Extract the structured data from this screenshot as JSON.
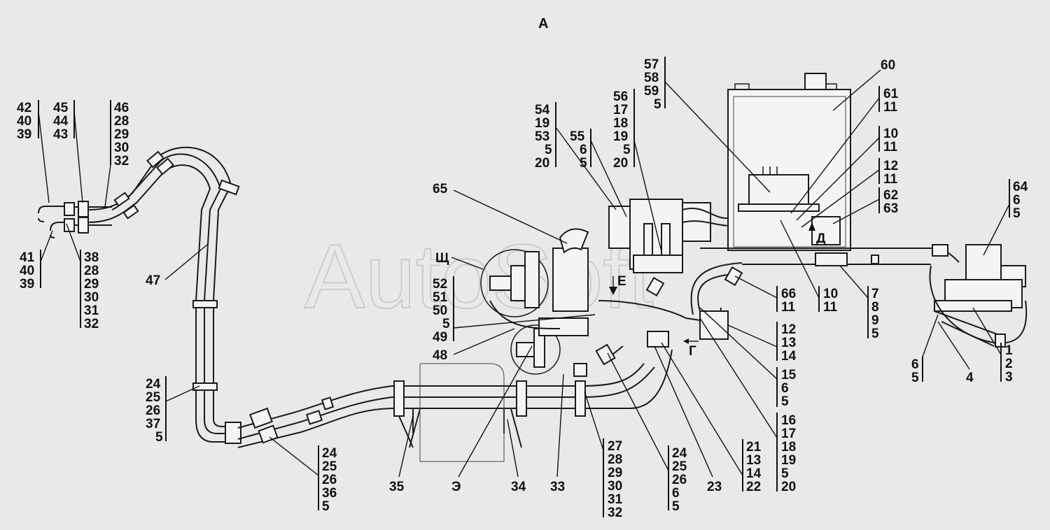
{
  "view_label": "А",
  "watermark": "AutoSoft",
  "callouts": {
    "c_42_40_39": [
      "42",
      "40",
      "39"
    ],
    "c_45_44_43": [
      "45",
      "44",
      "43"
    ],
    "c_46": [
      "46",
      "28",
      "29",
      "30",
      "32"
    ],
    "c_41": [
      "41",
      "40",
      "39"
    ],
    "c_38": [
      "38",
      "28",
      "29",
      "30",
      "31",
      "32"
    ],
    "c_47": [
      "47"
    ],
    "c_24a": [
      "24",
      "25",
      "26",
      "37",
      "5"
    ],
    "c_24b": [
      "24",
      "25",
      "26",
      "36",
      "5"
    ],
    "c_54": [
      "54",
      "19",
      "53",
      "5",
      "20"
    ],
    "c_55": [
      "55",
      "6",
      "5"
    ],
    "c_56": [
      "56",
      "17",
      "18",
      "19",
      "5",
      "20"
    ],
    "c_57": [
      "57",
      "58",
      "59",
      "5"
    ],
    "c_60": [
      "60"
    ],
    "c_61": [
      "61",
      "11"
    ],
    "c_10a": [
      "10",
      "11"
    ],
    "c_12a": [
      "12",
      "11"
    ],
    "c_62": [
      "62",
      "63"
    ],
    "c_64": [
      "64",
      "6",
      "5"
    ],
    "c_65": [
      "65"
    ],
    "c_sch": [
      "Щ"
    ],
    "c_52": [
      "52",
      "51",
      "50",
      "5",
      "49"
    ],
    "c_48": [
      "48"
    ],
    "c_E": [
      "Е"
    ],
    "c_D": [
      "Д"
    ],
    "c_G": [
      "Г"
    ],
    "c_66": [
      "66",
      "11"
    ],
    "c_10b": [
      "10",
      "11"
    ],
    "c_7": [
      "7",
      "8",
      "9",
      "5"
    ],
    "c_12b": [
      "12",
      "13",
      "14"
    ],
    "c_15": [
      "15",
      "6",
      "5"
    ],
    "c_16": [
      "16",
      "17",
      "18",
      "19",
      "5",
      "20"
    ],
    "c_21": [
      "21",
      "13",
      "14",
      "22"
    ],
    "c_65b": [
      "6",
      "5"
    ],
    "c_4": [
      "4"
    ],
    "c_1": [
      "1",
      "2",
      "3"
    ],
    "c_35": [
      "35"
    ],
    "c_E2": [
      "Э"
    ],
    "c_34": [
      "34"
    ],
    "c_33": [
      "33"
    ],
    "c_27": [
      "27",
      "28",
      "29",
      "30",
      "31",
      "32"
    ],
    "c_24c": [
      "24",
      "25",
      "26",
      "6",
      "5"
    ],
    "c_23": [
      "23"
    ]
  }
}
